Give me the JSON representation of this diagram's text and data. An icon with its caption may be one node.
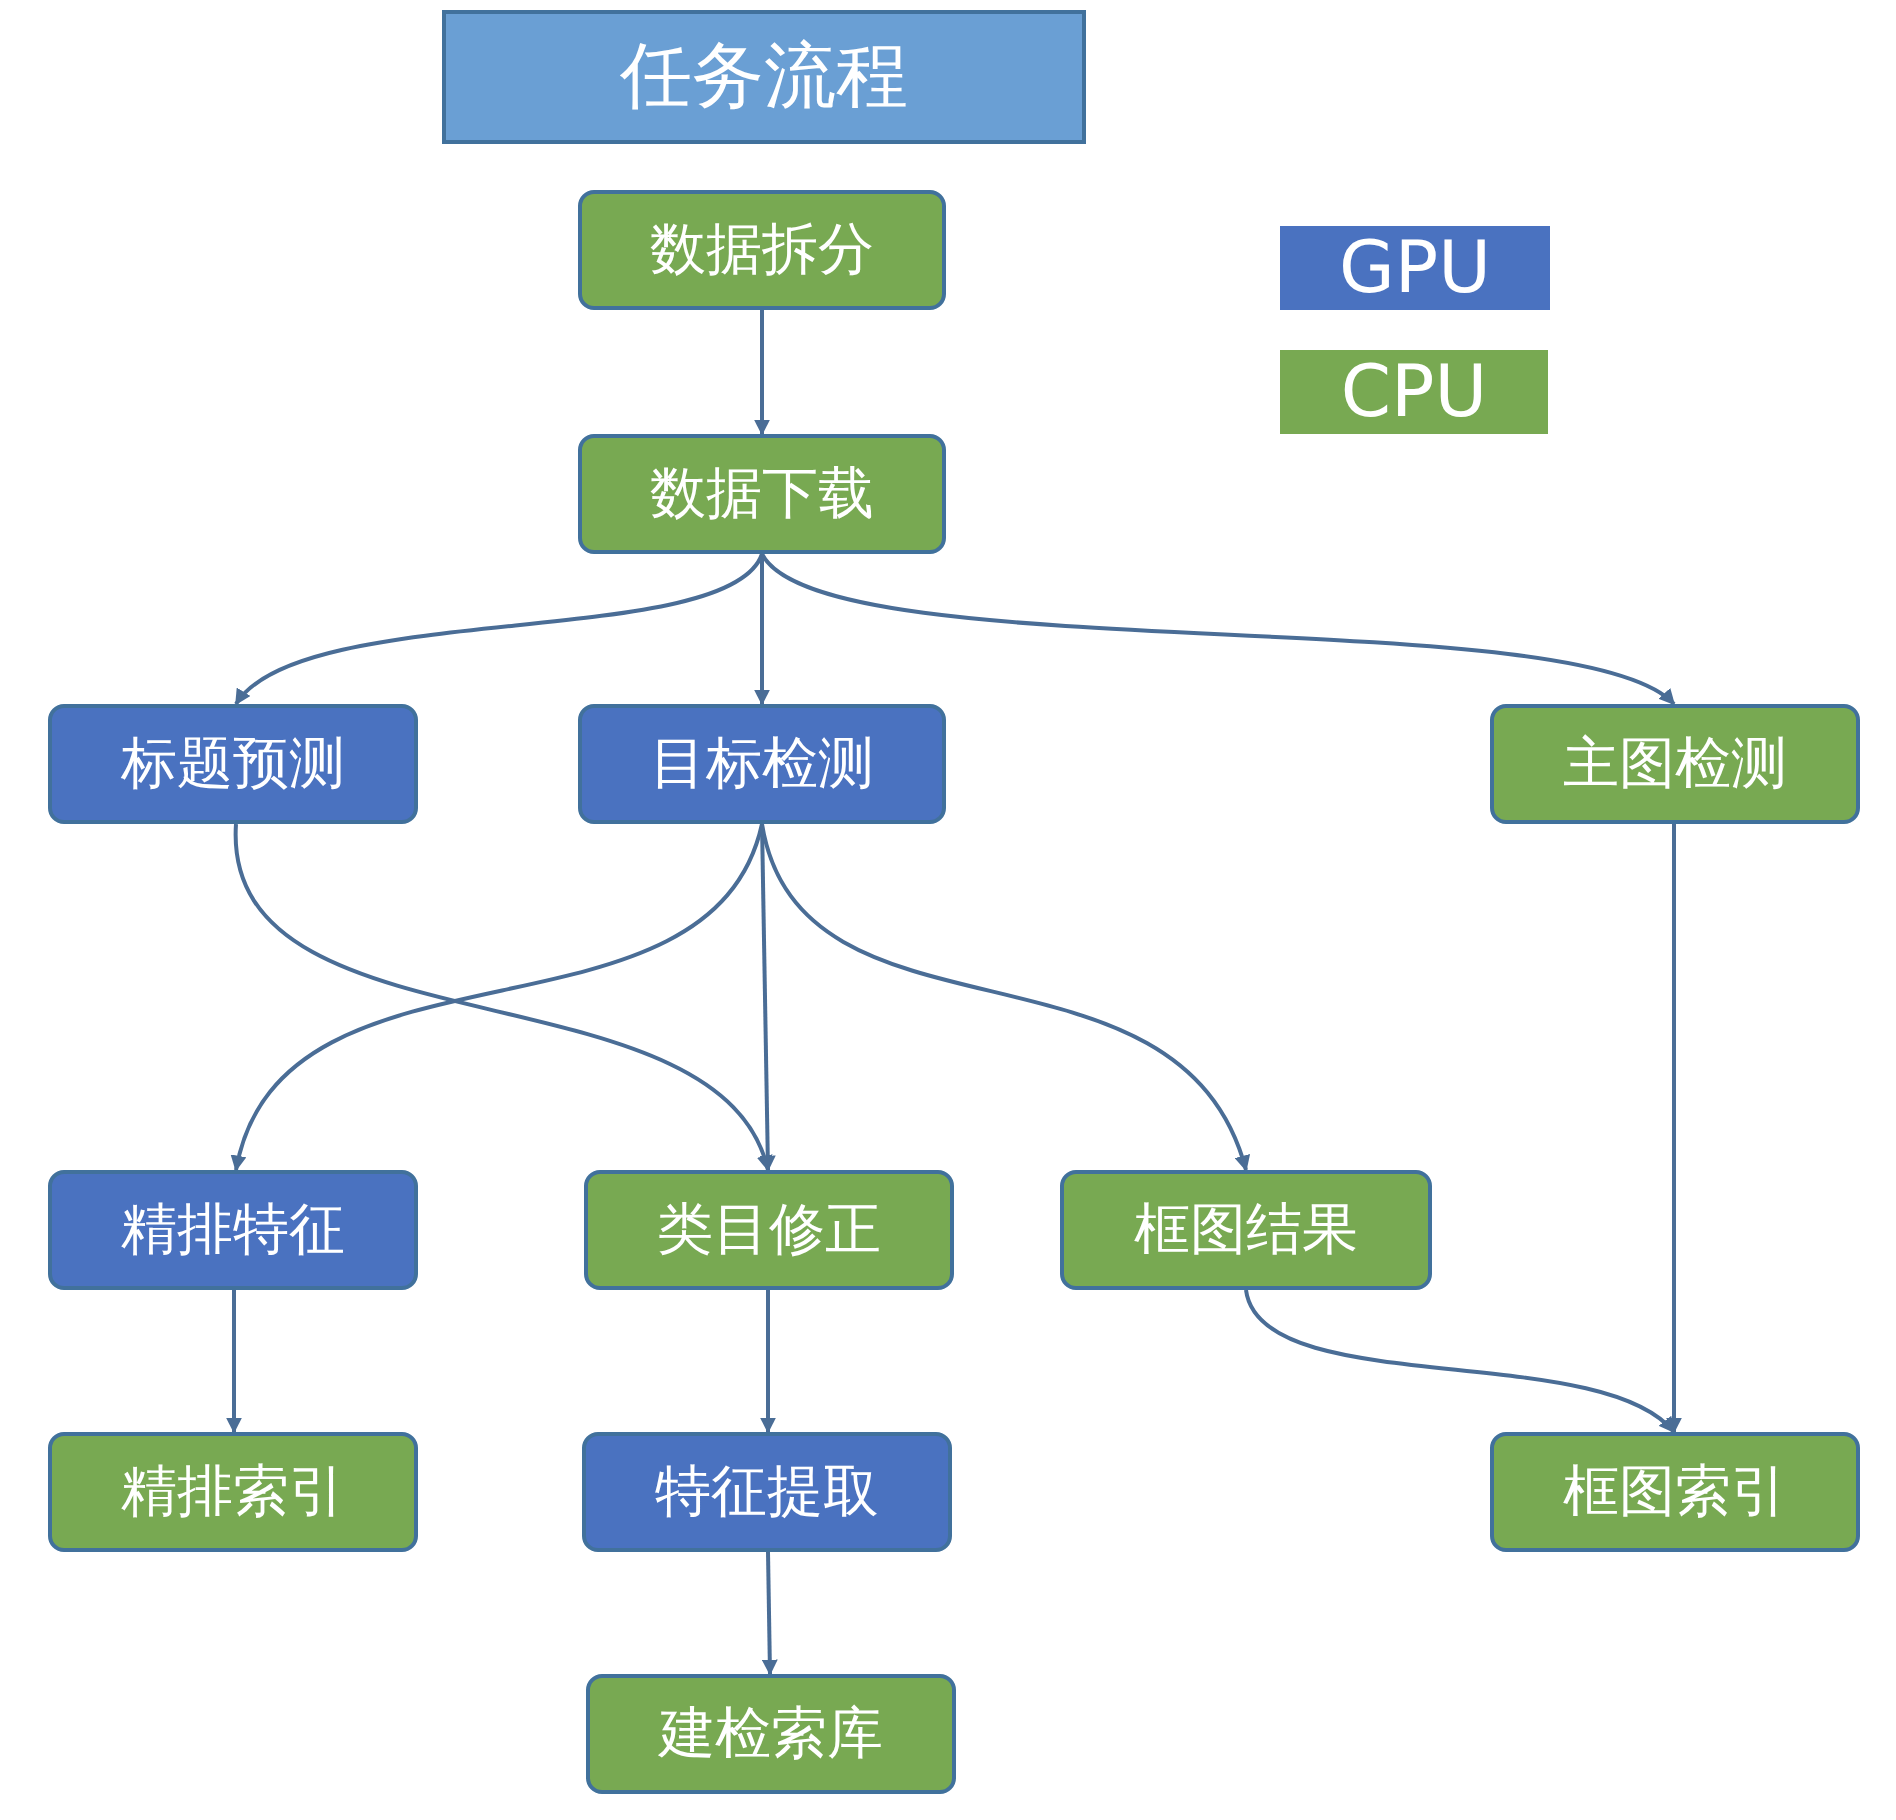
{
  "diagram": {
    "title": "任务流程",
    "nodes": [
      {
        "text": [
          "数据拆分"
        ]
      },
      {
        "text": [
          "数据下载"
        ]
      },
      {
        "text": [
          "标题预测"
        ]
      },
      {
        "text": [
          "目标检测"
        ]
      },
      {
        "text": [
          "主图检测"
        ]
      },
      {
        "text": [
          "精排特征"
        ]
      },
      {
        "text": [
          "类目修正"
        ]
      },
      {
        "text": [
          "框图结果"
        ]
      },
      {
        "text": [
          "精排索引"
        ]
      },
      {
        "text": [
          "特征提取"
        ]
      },
      {
        "text": [
          "框图索引"
        ]
      },
      {
        "text": [
          "建检索库"
        ]
      }
    ],
    "edges": [
      {
        "from": 0,
        "to": 1,
        "arrow": "to"
      },
      {
        "from": 1,
        "to": 2,
        "arrow": "to"
      },
      {
        "from": 1,
        "to": 3,
        "arrow": "to"
      },
      {
        "from": 1,
        "to": 4,
        "arrow": "to"
      },
      {
        "from": 3,
        "to": 5,
        "arrow": "to"
      },
      {
        "from": 3,
        "to": 6,
        "arrow": "to"
      },
      {
        "from": 3,
        "to": 7,
        "arrow": "to"
      },
      {
        "from": 2,
        "to": 6,
        "arrow": "to"
      },
      {
        "from": 4,
        "to": 10,
        "arrow": "to"
      },
      {
        "from": 7,
        "to": 10,
        "arrow": "to"
      },
      {
        "from": 5,
        "to": 8,
        "arrow": "to"
      },
      {
        "from": 6,
        "to": 9,
        "arrow": "to"
      },
      {
        "from": 9,
        "to": 11,
        "arrow": "to"
      }
    ],
    "legend": [
      {
        "text": "GPU",
        "color": "#4a72c0"
      },
      {
        "text": "CPU",
        "color": "#78a952"
      }
    ]
  }
}
